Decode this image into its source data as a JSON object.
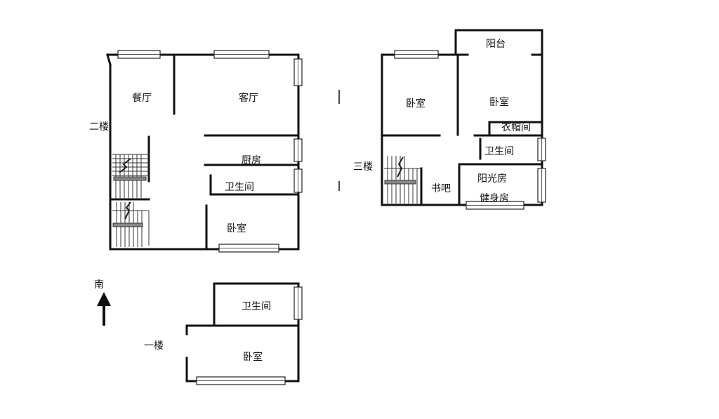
{
  "floor2": {
    "floor_label": "二楼",
    "rooms": {
      "dining": "餐厅",
      "living": "客厅",
      "kitchen": "厨房",
      "bathroom": "卫生间",
      "bedroom": "卧室"
    }
  },
  "floor3": {
    "floor_label": "三楼",
    "rooms": {
      "balcony": "阳台",
      "bedroom_left": "卧室",
      "bedroom_right": "卧室",
      "cloakroom": "衣帽间",
      "bathroom": "卫生间",
      "sunroom": "阳光房",
      "study_bar": "书吧",
      "gym": "健身房"
    }
  },
  "floor1": {
    "floor_label": "一楼",
    "rooms": {
      "bathroom": "卫生间",
      "bedroom": "卧室"
    }
  },
  "compass": {
    "label": "南"
  }
}
